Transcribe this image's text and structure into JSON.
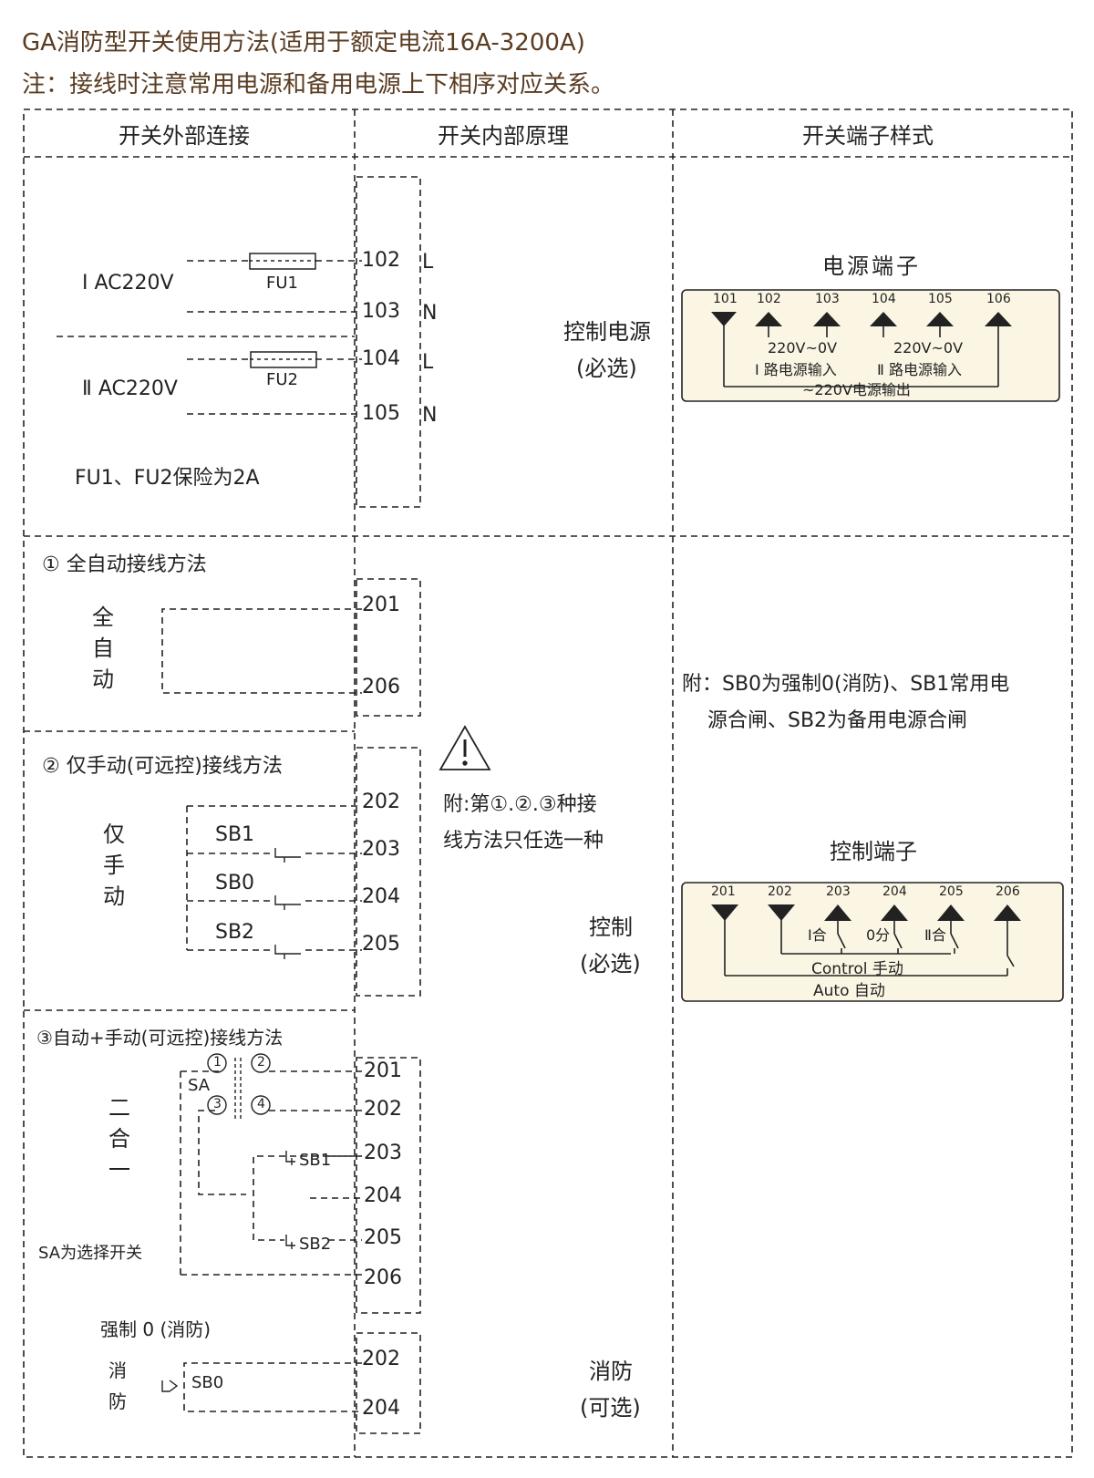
{
  "header": {
    "title": "GA消防型开关使用方法(适用于额定电流16A-3200A)",
    "note": "注：接线时注意常用电源和备用电源上下相序对应关系。"
  },
  "columns": [
    "开关外部连接",
    "开关内部原理",
    "开关端子样式"
  ],
  "power": {
    "source1": "Ⅰ AC220V",
    "source2": "Ⅱ AC220V",
    "fuse1": "FU1",
    "fuse2": "FU2",
    "fuse_note": "FU1、FU2保险为2A",
    "terminals": [
      {
        "num": "102",
        "phase": "L"
      },
      {
        "num": "103",
        "phase": "N"
      },
      {
        "num": "104",
        "phase": "L"
      },
      {
        "num": "105",
        "phase": "N"
      }
    ],
    "label_line1": "控制电源",
    "label_line2": "(必选)"
  },
  "power_terminal": {
    "title": "电源端子",
    "nums": [
      "101",
      "102",
      "103",
      "104",
      "105",
      "106"
    ],
    "v1": "220V~0V",
    "v2": "220V~0V",
    "in1": "Ⅰ 路电源输入",
    "in2": "Ⅱ 路电源输入",
    "out": "~220V电源输出"
  },
  "method1": {
    "title": "① 全自动接线方法",
    "vertical": "全自动",
    "terminals": [
      "201",
      "206"
    ]
  },
  "method2": {
    "title": "② 仅手动(可远控)接线方法",
    "vertical": "仅手动",
    "switches": [
      "SB1",
      "SB0",
      "SB2"
    ],
    "terminals": [
      "202",
      "203",
      "204",
      "205"
    ]
  },
  "method3": {
    "title": "③自动+手动(可远控)接线方法",
    "vertical": "二合一",
    "sa": "SA",
    "contacts": [
      "1",
      "2",
      "3",
      "4"
    ],
    "switches": [
      "SB1",
      "SB2"
    ],
    "sa_note": "SA为选择开关",
    "terminals": [
      "201",
      "202",
      "203",
      "204",
      "205",
      "206"
    ]
  },
  "fire": {
    "title": "强制 0 (消防)",
    "vertical": "消防",
    "switch": "SB0",
    "terminals": [
      "202",
      "204"
    ],
    "label_line1": "消防",
    "label_line2": "(可选)"
  },
  "warning": {
    "line1": "附:第①.②.③种接",
    "line2": "线方法只任选一种"
  },
  "control": {
    "label_line1": "控制",
    "label_line2": "(必选)"
  },
  "note_right": {
    "line1": "附：SB0为强制0(消防)、SB1常用电",
    "line2": "源合闸、SB2为备用电源合闸"
  },
  "control_terminal": {
    "title": "控制端子",
    "nums": [
      "201",
      "202",
      "203",
      "204",
      "205",
      "206"
    ],
    "sw1": "Ⅰ合",
    "sw0": "0分",
    "sw2": "Ⅱ合",
    "control_manual": "Control 手动",
    "auto": "Auto 自动"
  },
  "colors": {
    "title": "#5a3c22",
    "terminal_box_bg": "#fbf6e4",
    "line": "#222222"
  }
}
